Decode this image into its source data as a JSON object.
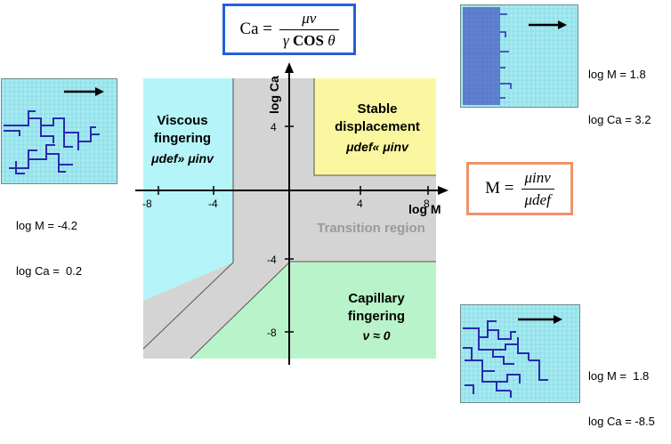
{
  "formula_ca": {
    "lhs": "Ca =",
    "numerator": "μν",
    "denominator_gamma": "γ ",
    "denominator_cos": "COS",
    "denominator_theta": " θ"
  },
  "formula_m": {
    "lhs": "M =",
    "numerator": "μinv",
    "denominator": "μdef"
  },
  "axes": {
    "x_label": "log M",
    "y_label": "log Ca",
    "x_ticks": [
      "-8",
      "-4",
      "4",
      "8"
    ],
    "y_ticks": [
      "4",
      "-4",
      "-8"
    ]
  },
  "regions": {
    "viscous": {
      "line1": "Viscous",
      "line2": "fingering",
      "relation": "μdef» μinv",
      "color": "#b5f4f8"
    },
    "stable": {
      "line1": "Stable",
      "line2": "displacement",
      "relation": "μdef« μinv",
      "color": "#fbf7a0"
    },
    "capillary": {
      "line1": "Capillary",
      "line2": "fingering",
      "relation": "ν ≈ 0",
      "color": "#b9f3c9"
    },
    "transition": {
      "label": "Transition region",
      "color": "#d4d4d4"
    }
  },
  "examples": {
    "left": {
      "line1": "log M = -4.2",
      "line2": "log Ca =  0.2"
    },
    "top": {
      "line1": "log M = 1.8",
      "line2": "log Ca = 3.2"
    },
    "bottom": {
      "line1": "log M =  1.8",
      "line2": "log Ca = -8.5"
    }
  },
  "colors": {
    "ca_box_border": "#2460d8",
    "m_box_border": "#f0926a",
    "thumbnail_background": "#a5eaf2",
    "invading_fluid": "#2a2ab0"
  },
  "icons": [
    "flow-direction-arrow-icon"
  ]
}
